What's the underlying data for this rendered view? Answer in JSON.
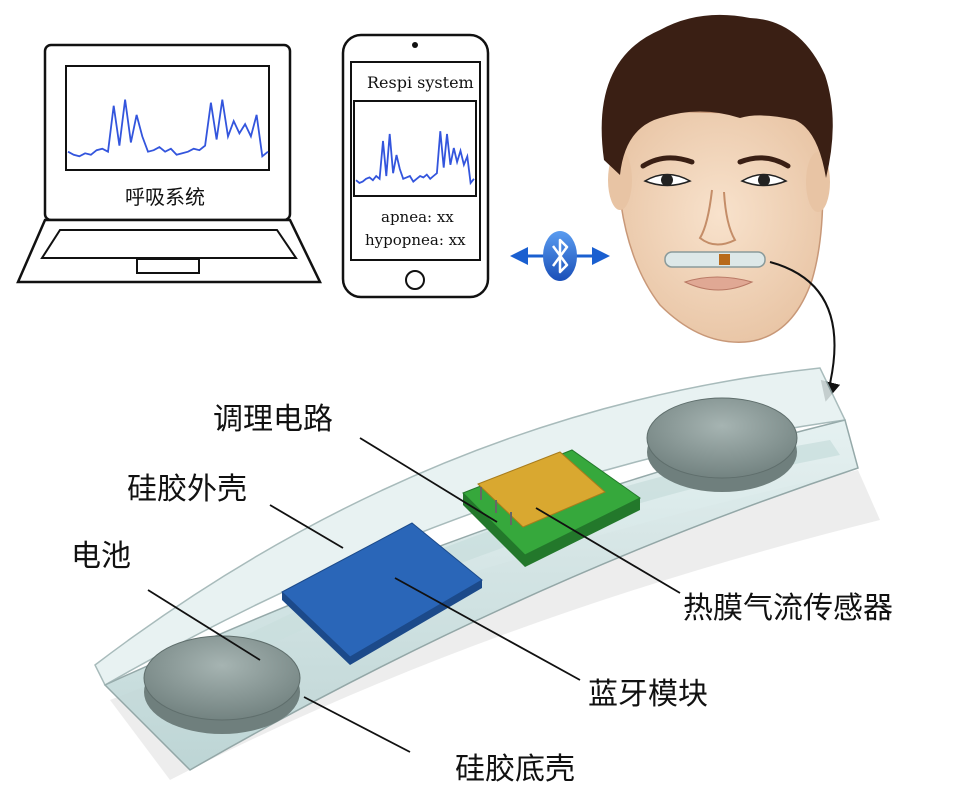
{
  "laptop": {
    "caption": "呼吸系统",
    "signal": [
      52,
      54,
      55,
      53,
      54,
      51,
      50,
      52,
      22,
      48,
      18,
      46,
      28,
      42,
      52,
      51,
      49,
      52,
      50,
      54,
      53,
      52,
      50,
      51,
      48,
      20,
      44,
      18,
      42,
      32,
      40,
      34,
      42,
      28,
      55,
      52
    ]
  },
  "phone": {
    "title": "Respi system",
    "apnea_label": "apnea: xx",
    "hypopnea_label": "hypopnea: xx",
    "signal": [
      53,
      55,
      54,
      52,
      51,
      53,
      50,
      52,
      25,
      50,
      20,
      48,
      35,
      45,
      52,
      51,
      50,
      54,
      52,
      50,
      51,
      49,
      52,
      50,
      48,
      18,
      44,
      20,
      42,
      30,
      40,
      32,
      42,
      36,
      55,
      52
    ]
  },
  "labels": {
    "circuit": "调理电路",
    "shell_outer": "硅胶外壳",
    "battery": "电池",
    "sensor": "热膜气流传感器",
    "bluetooth_module": "蓝牙模块",
    "shell_bottom": "硅胶底壳"
  },
  "colors": {
    "signal": "#3355dd",
    "bluetooth": "#1a5fd0",
    "bluetooth_module": "#2a66b8",
    "pcb_green": "#36a83c",
    "sensor_gold": "#d9a830",
    "silicone": "#cfe3e3",
    "battery": "#8a9a98",
    "hair": "#3a1f14",
    "skin": "#f1d6bc"
  }
}
